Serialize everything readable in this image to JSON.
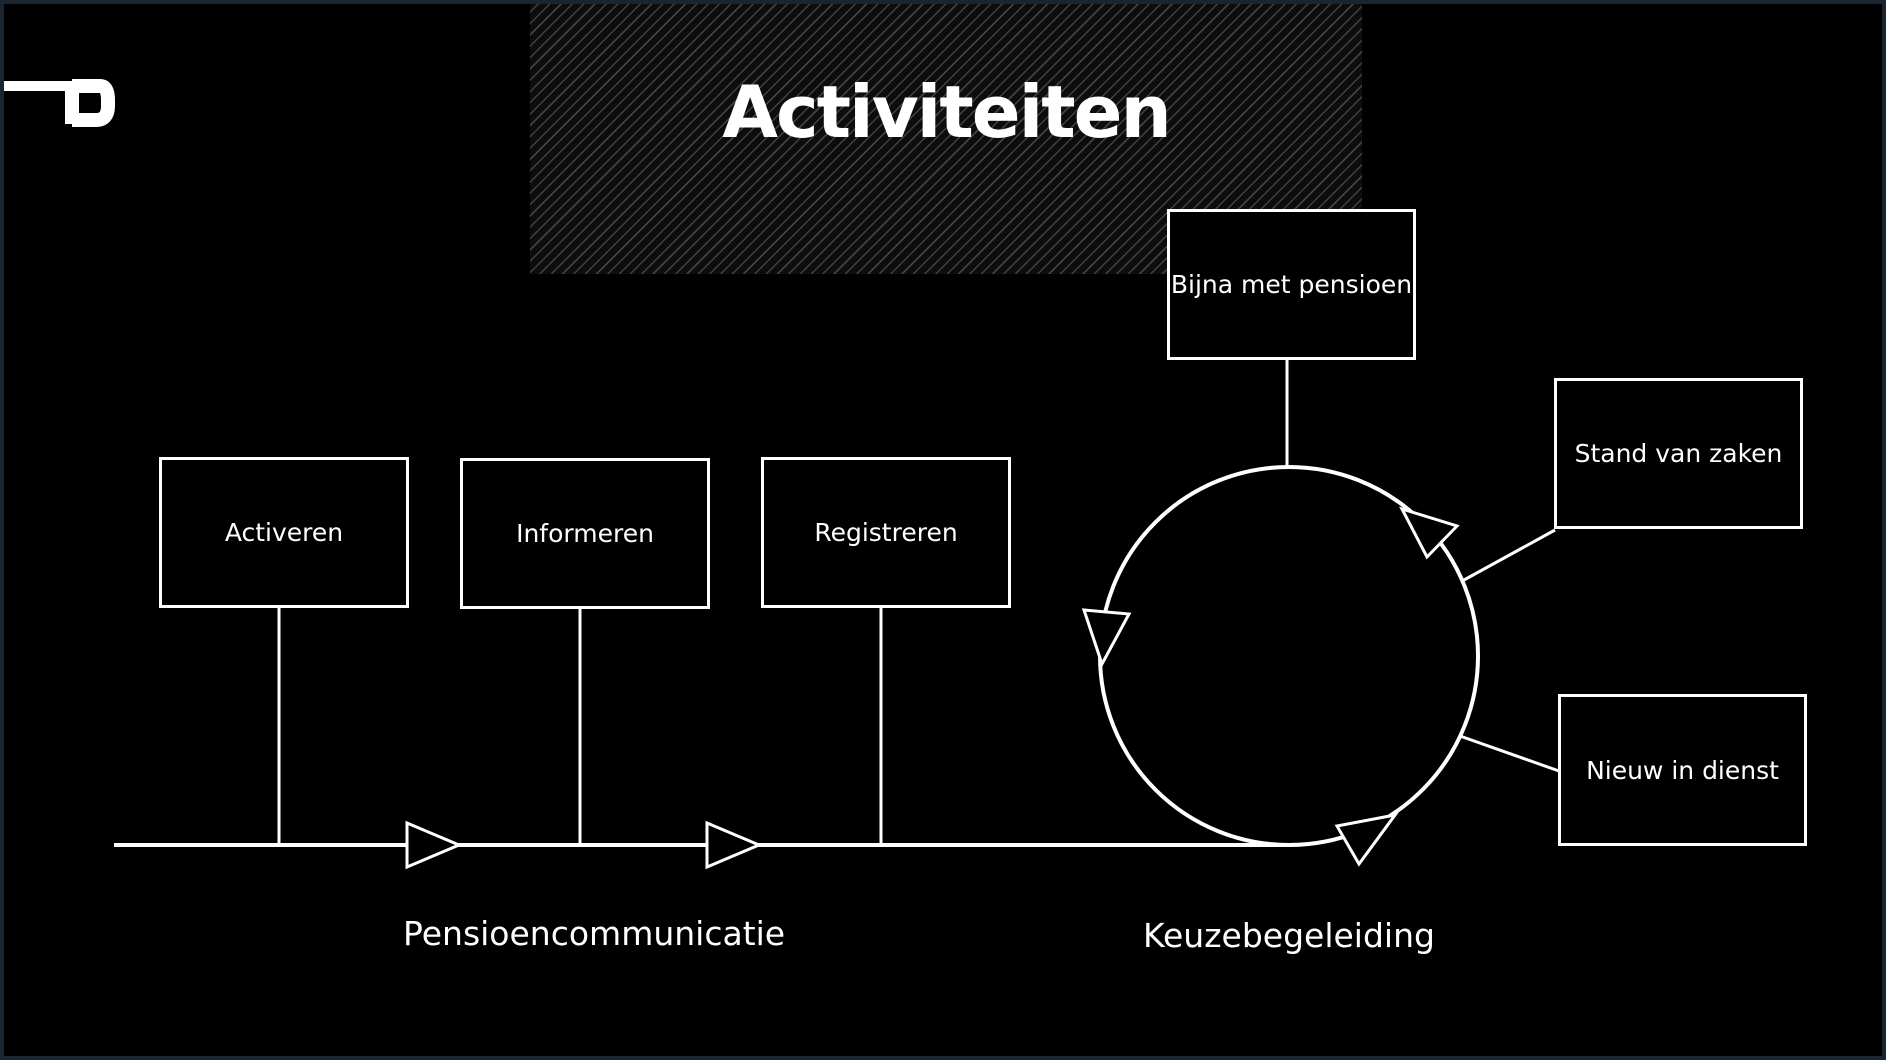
{
  "slide": {
    "title": "Activiteiten"
  },
  "flow": {
    "steps": [
      "Activeren",
      "Informeren",
      "Registreren"
    ],
    "label": "Pensioencommunicatie"
  },
  "cycle": {
    "nodes": {
      "top": "Bijna met pensioen",
      "upper_right": "Stand van zaken",
      "lower_right": "Nieuw in dienst"
    },
    "label": "Keuzebegeleiding"
  },
  "logo": {
    "icon": "brand-logo-icon"
  },
  "colors": {
    "background": "#000000",
    "foreground": "#ffffff"
  }
}
